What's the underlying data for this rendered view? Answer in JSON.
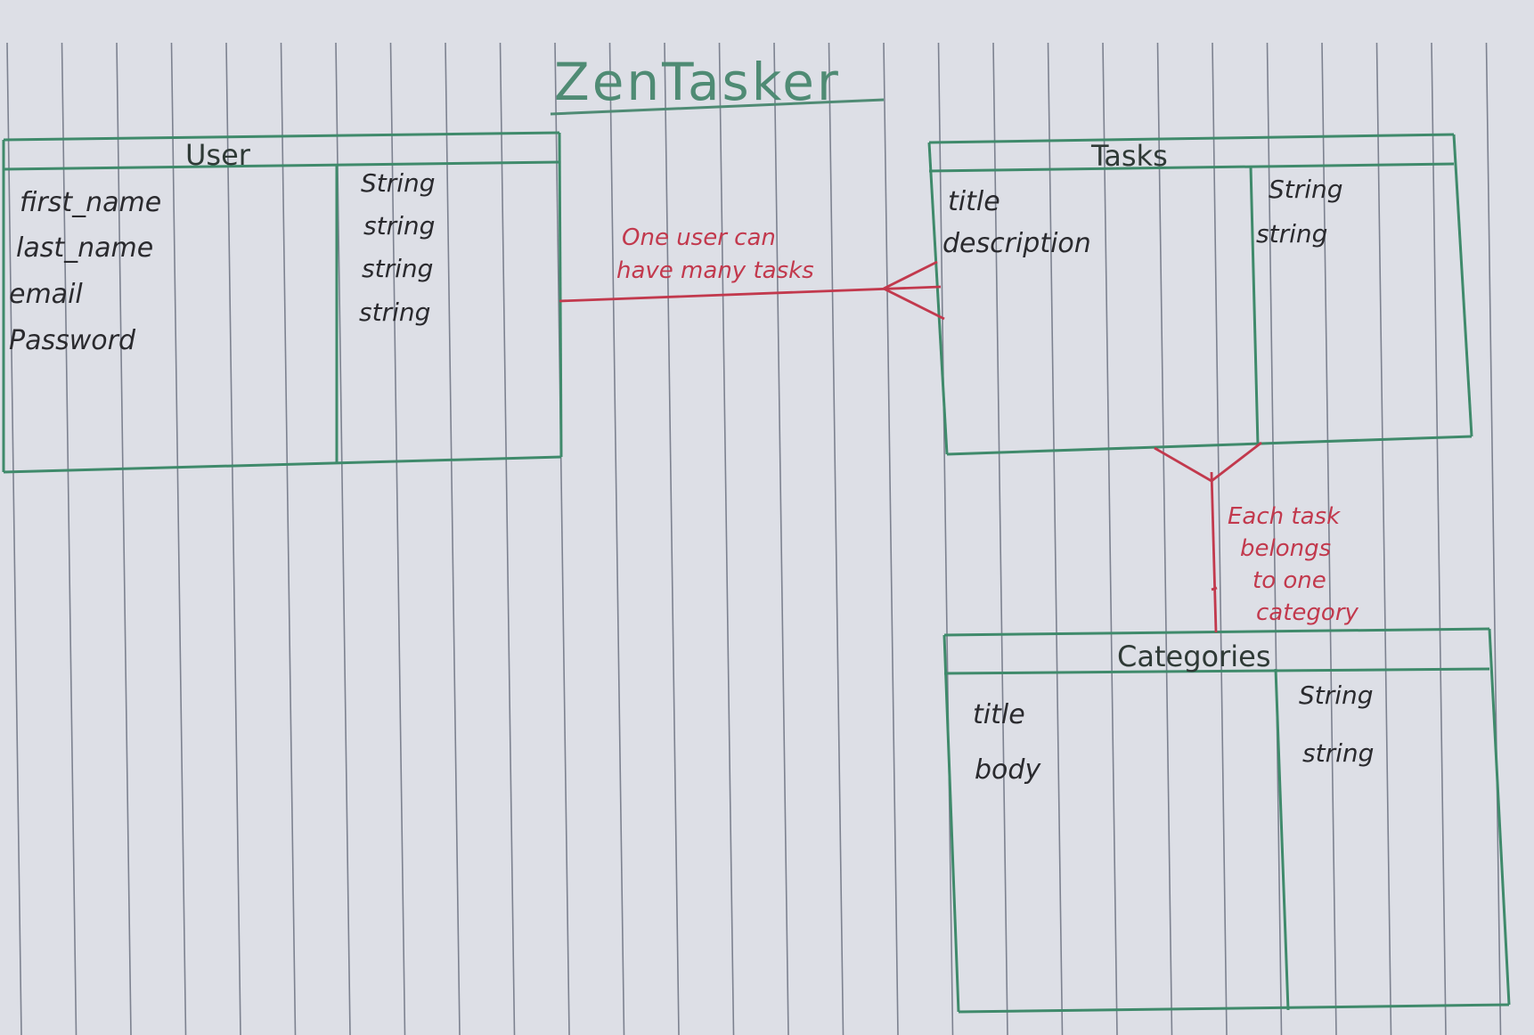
{
  "title": "ZenTasker",
  "entities": {
    "user": {
      "name": "User",
      "attributes": [
        "first_name",
        "last_name",
        "email",
        "Password"
      ],
      "types": [
        "String",
        "string",
        "string",
        "string"
      ]
    },
    "tasks": {
      "name": "Tasks",
      "attributes": [
        "title",
        "description"
      ],
      "types": [
        "String",
        "string"
      ]
    },
    "categories": {
      "name": "Categories",
      "attributes": [
        "title",
        "body"
      ],
      "types": [
        "String",
        "string"
      ]
    }
  },
  "relationships": {
    "user_tasks": {
      "line1": "One user can",
      "line2": "have many tasks"
    },
    "tasks_categories": {
      "line1": "Each task",
      "line2": "belongs",
      "line3": "to one",
      "line4": "category"
    }
  },
  "colors": {
    "paper": "#d8dae2",
    "rule_line": "#7d8290",
    "table_green": "#3f8a6b",
    "relationship_red": "#c2394d",
    "text_dark": "#2a2a2e"
  }
}
